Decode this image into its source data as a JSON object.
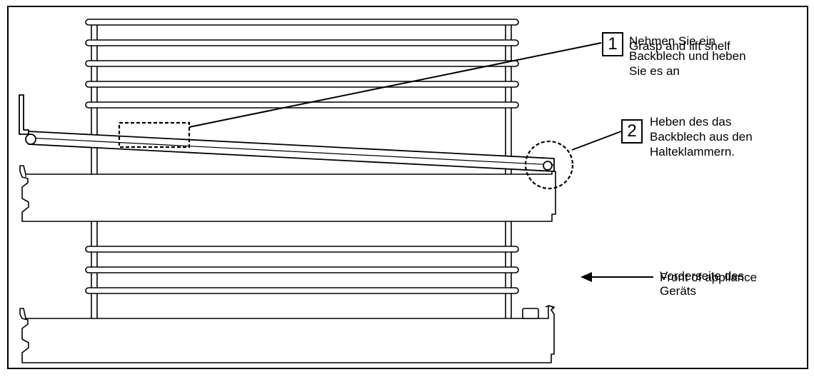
{
  "callouts": [
    {
      "number": "1",
      "text_de": "Nehmen Sie ein\nBackblech und heben\nSie es an",
      "text_en_overprint": "Grasp and lift shelf"
    },
    {
      "number": "2",
      "text_de": "Heben des das\nBackblech aus den\nHalteklammern."
    }
  ],
  "front": {
    "text_de": "Vorderseite des\nGeräts",
    "text_en_overprint": "Front of appliance"
  },
  "colors": {
    "stroke": "#000000",
    "background": "#ffffff"
  }
}
